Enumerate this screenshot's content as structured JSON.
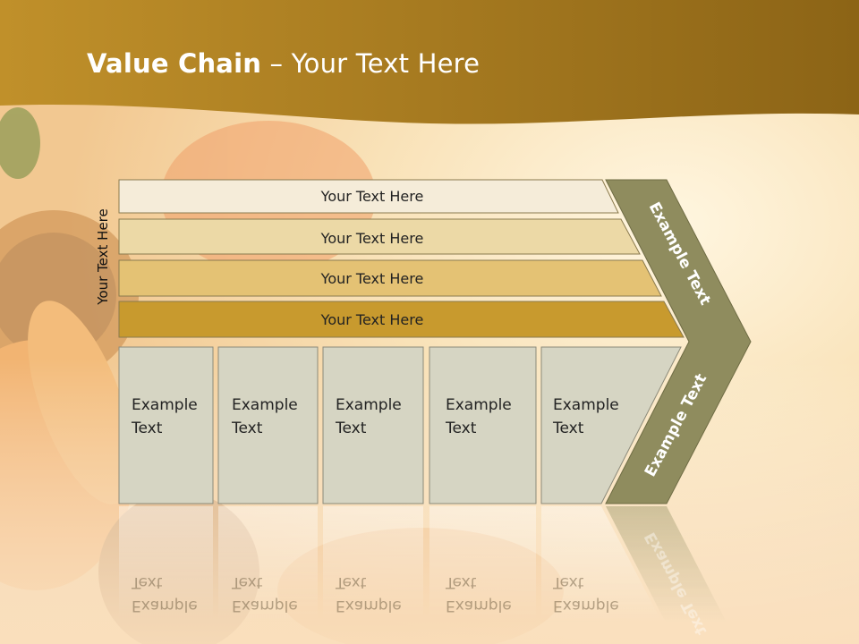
{
  "slide": {
    "title_bold": "Value Chain",
    "title_rest": " – Your Text Here",
    "side_label": "Your Text Here"
  },
  "rows": [
    {
      "label": "Your Text Here",
      "color": "#f5ecd9"
    },
    {
      "label": "Your Text Here",
      "color": "#ecd9a6"
    },
    {
      "label": "Your Text Here",
      "color": "#e4c274"
    },
    {
      "label": "Your Text Here",
      "color": "#c89a2e"
    }
  ],
  "boxes": [
    {
      "line1": "Example",
      "line2": "Text"
    },
    {
      "line1": "Example",
      "line2": "Text"
    },
    {
      "line1": "Example",
      "line2": "Text"
    },
    {
      "line1": "Example",
      "line2": "Text"
    },
    {
      "line1": "Example",
      "line2": "Text"
    }
  ],
  "chevron": {
    "top_label": "Example Text",
    "bottom_label": "Example Text",
    "color": "#8f8c5e"
  },
  "colors": {
    "header_band": "#a87a1c",
    "box_fill": "#d6d5c3",
    "background": "#f7dcb0"
  }
}
